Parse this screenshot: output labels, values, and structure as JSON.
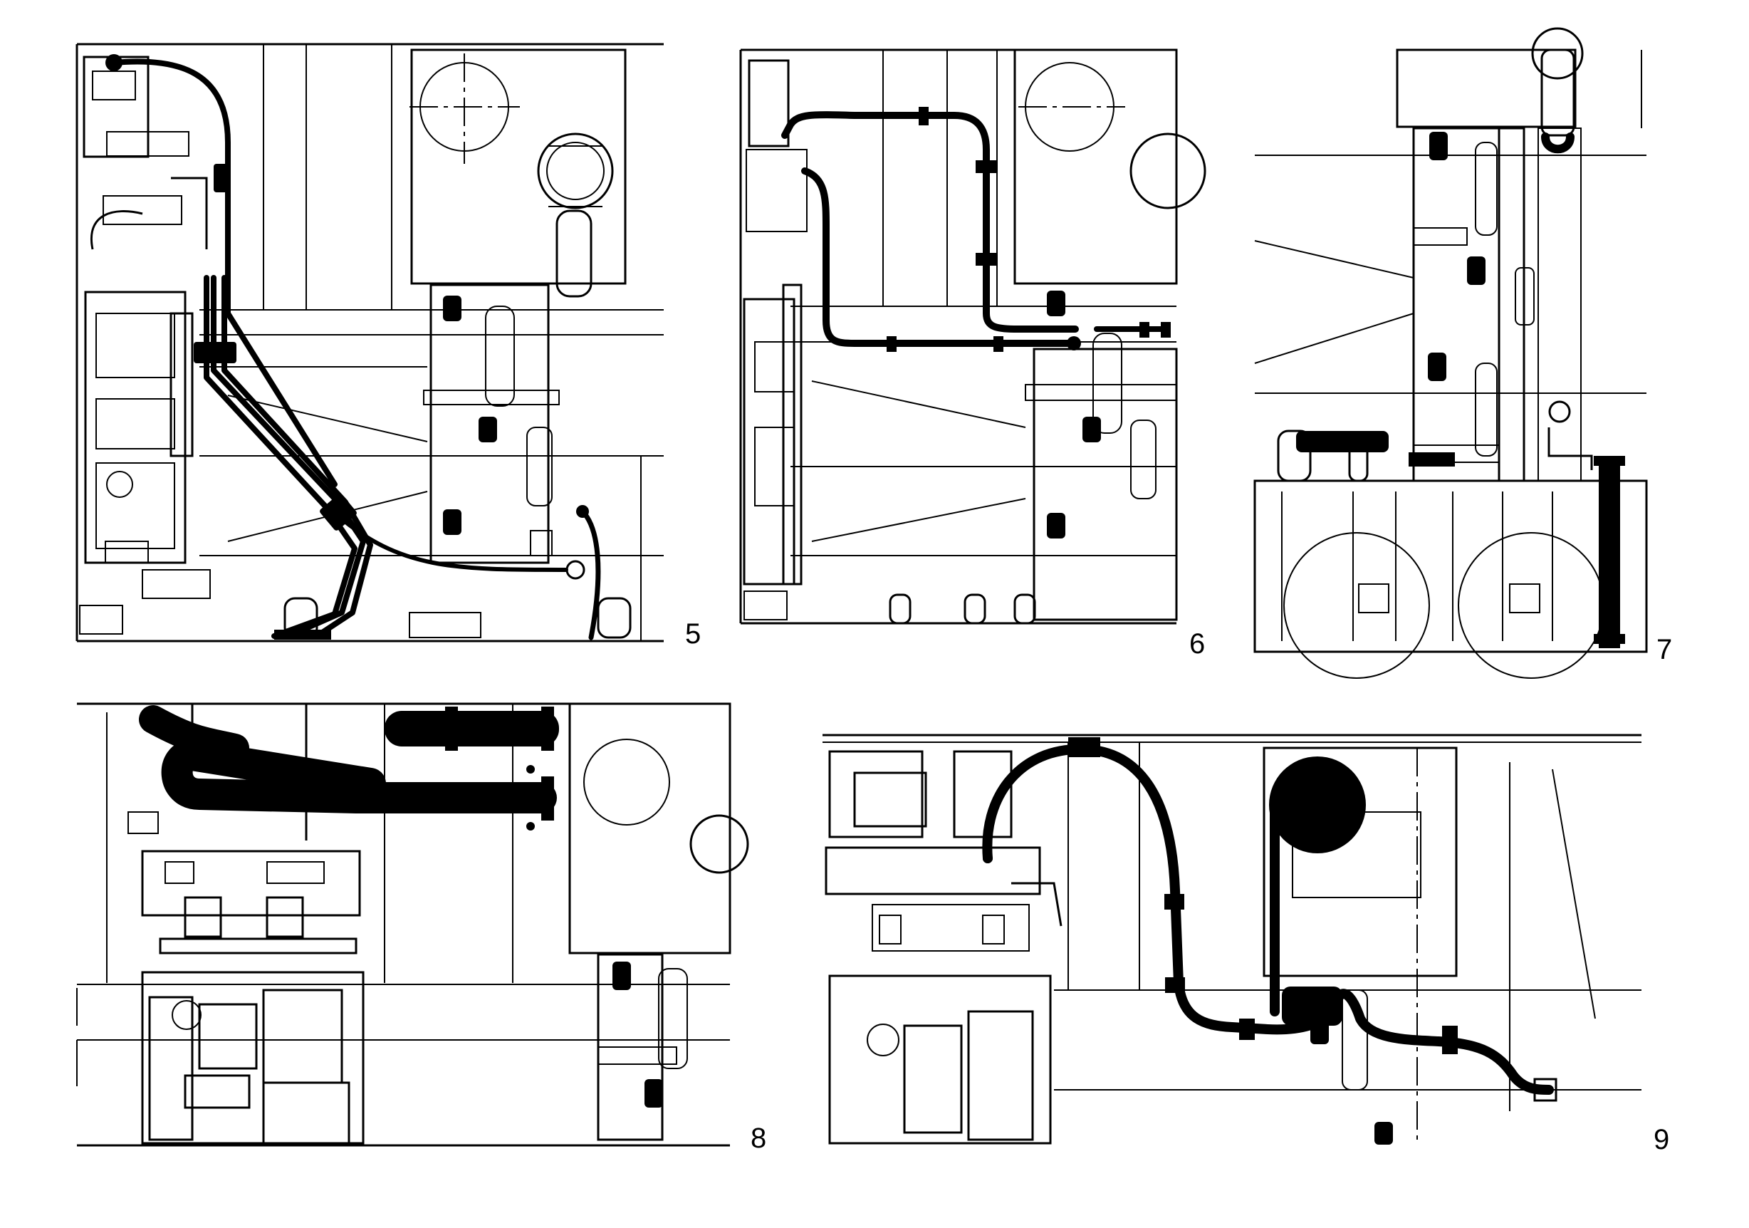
{
  "figures": [
    {
      "id": "5",
      "number": "5"
    },
    {
      "id": "6",
      "number": "6"
    },
    {
      "id": "7",
      "number": "7"
    },
    {
      "id": "8",
      "number": "8"
    },
    {
      "id": "9",
      "number": "9"
    }
  ]
}
